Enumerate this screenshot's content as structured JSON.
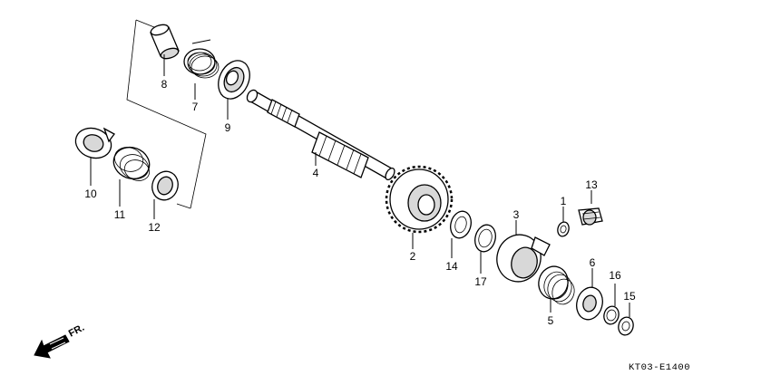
{
  "diagram_code": "KT03-E1400",
  "direction_label": "FR.",
  "callouts": [
    {
      "id": "p1",
      "label": "1"
    },
    {
      "id": "p2",
      "label": "2"
    },
    {
      "id": "p3",
      "label": "3"
    },
    {
      "id": "p4",
      "label": "4"
    },
    {
      "id": "p5",
      "label": "5"
    },
    {
      "id": "p6",
      "label": "6"
    },
    {
      "id": "p7",
      "label": "7"
    },
    {
      "id": "p8",
      "label": "8"
    },
    {
      "id": "p9",
      "label": "9"
    },
    {
      "id": "p10",
      "label": "10"
    },
    {
      "id": "p11",
      "label": "11"
    },
    {
      "id": "p12",
      "label": "12"
    },
    {
      "id": "p13",
      "label": "13"
    },
    {
      "id": "p14",
      "label": "14"
    },
    {
      "id": "p15",
      "label": "15"
    },
    {
      "id": "p16",
      "label": "16"
    },
    {
      "id": "p17",
      "label": "17"
    }
  ]
}
